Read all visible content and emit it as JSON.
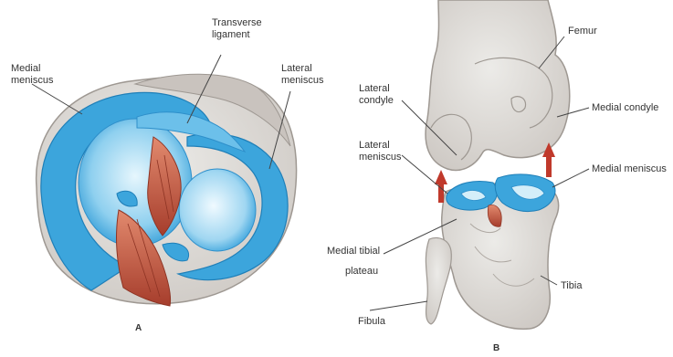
{
  "panel_a": {
    "letter": "A",
    "labels": {
      "medial_meniscus_1": "Medial",
      "medial_meniscus_2": "meniscus",
      "transverse_ligament_1": "Transverse",
      "transverse_ligament_2": "ligament",
      "lateral_meniscus_1": "Lateral",
      "lateral_meniscus_2": "meniscus"
    }
  },
  "panel_b": {
    "letter": "B",
    "labels": {
      "femur": "Femur",
      "lateral_condyle_1": "Lateral",
      "lateral_condyle_2": "condyle",
      "medial_condyle": "Medial condyle",
      "lateral_meniscus_1": "Lateral",
      "lateral_meniscus_2": "meniscus",
      "medial_meniscus": "Medial meniscus",
      "medial_tibial_plateau_1": "Medial tibial",
      "medial_tibial_plateau_2": "plateau",
      "tibia": "Tibia",
      "fibula": "Fibula"
    }
  },
  "colors": {
    "meniscus_blue": "#3ca5dc",
    "meniscus_light": "#bfe6f7",
    "ligament_red": "#c8553f",
    "bone_gray": "#dedad6",
    "arrow_red": "#c0392b"
  }
}
